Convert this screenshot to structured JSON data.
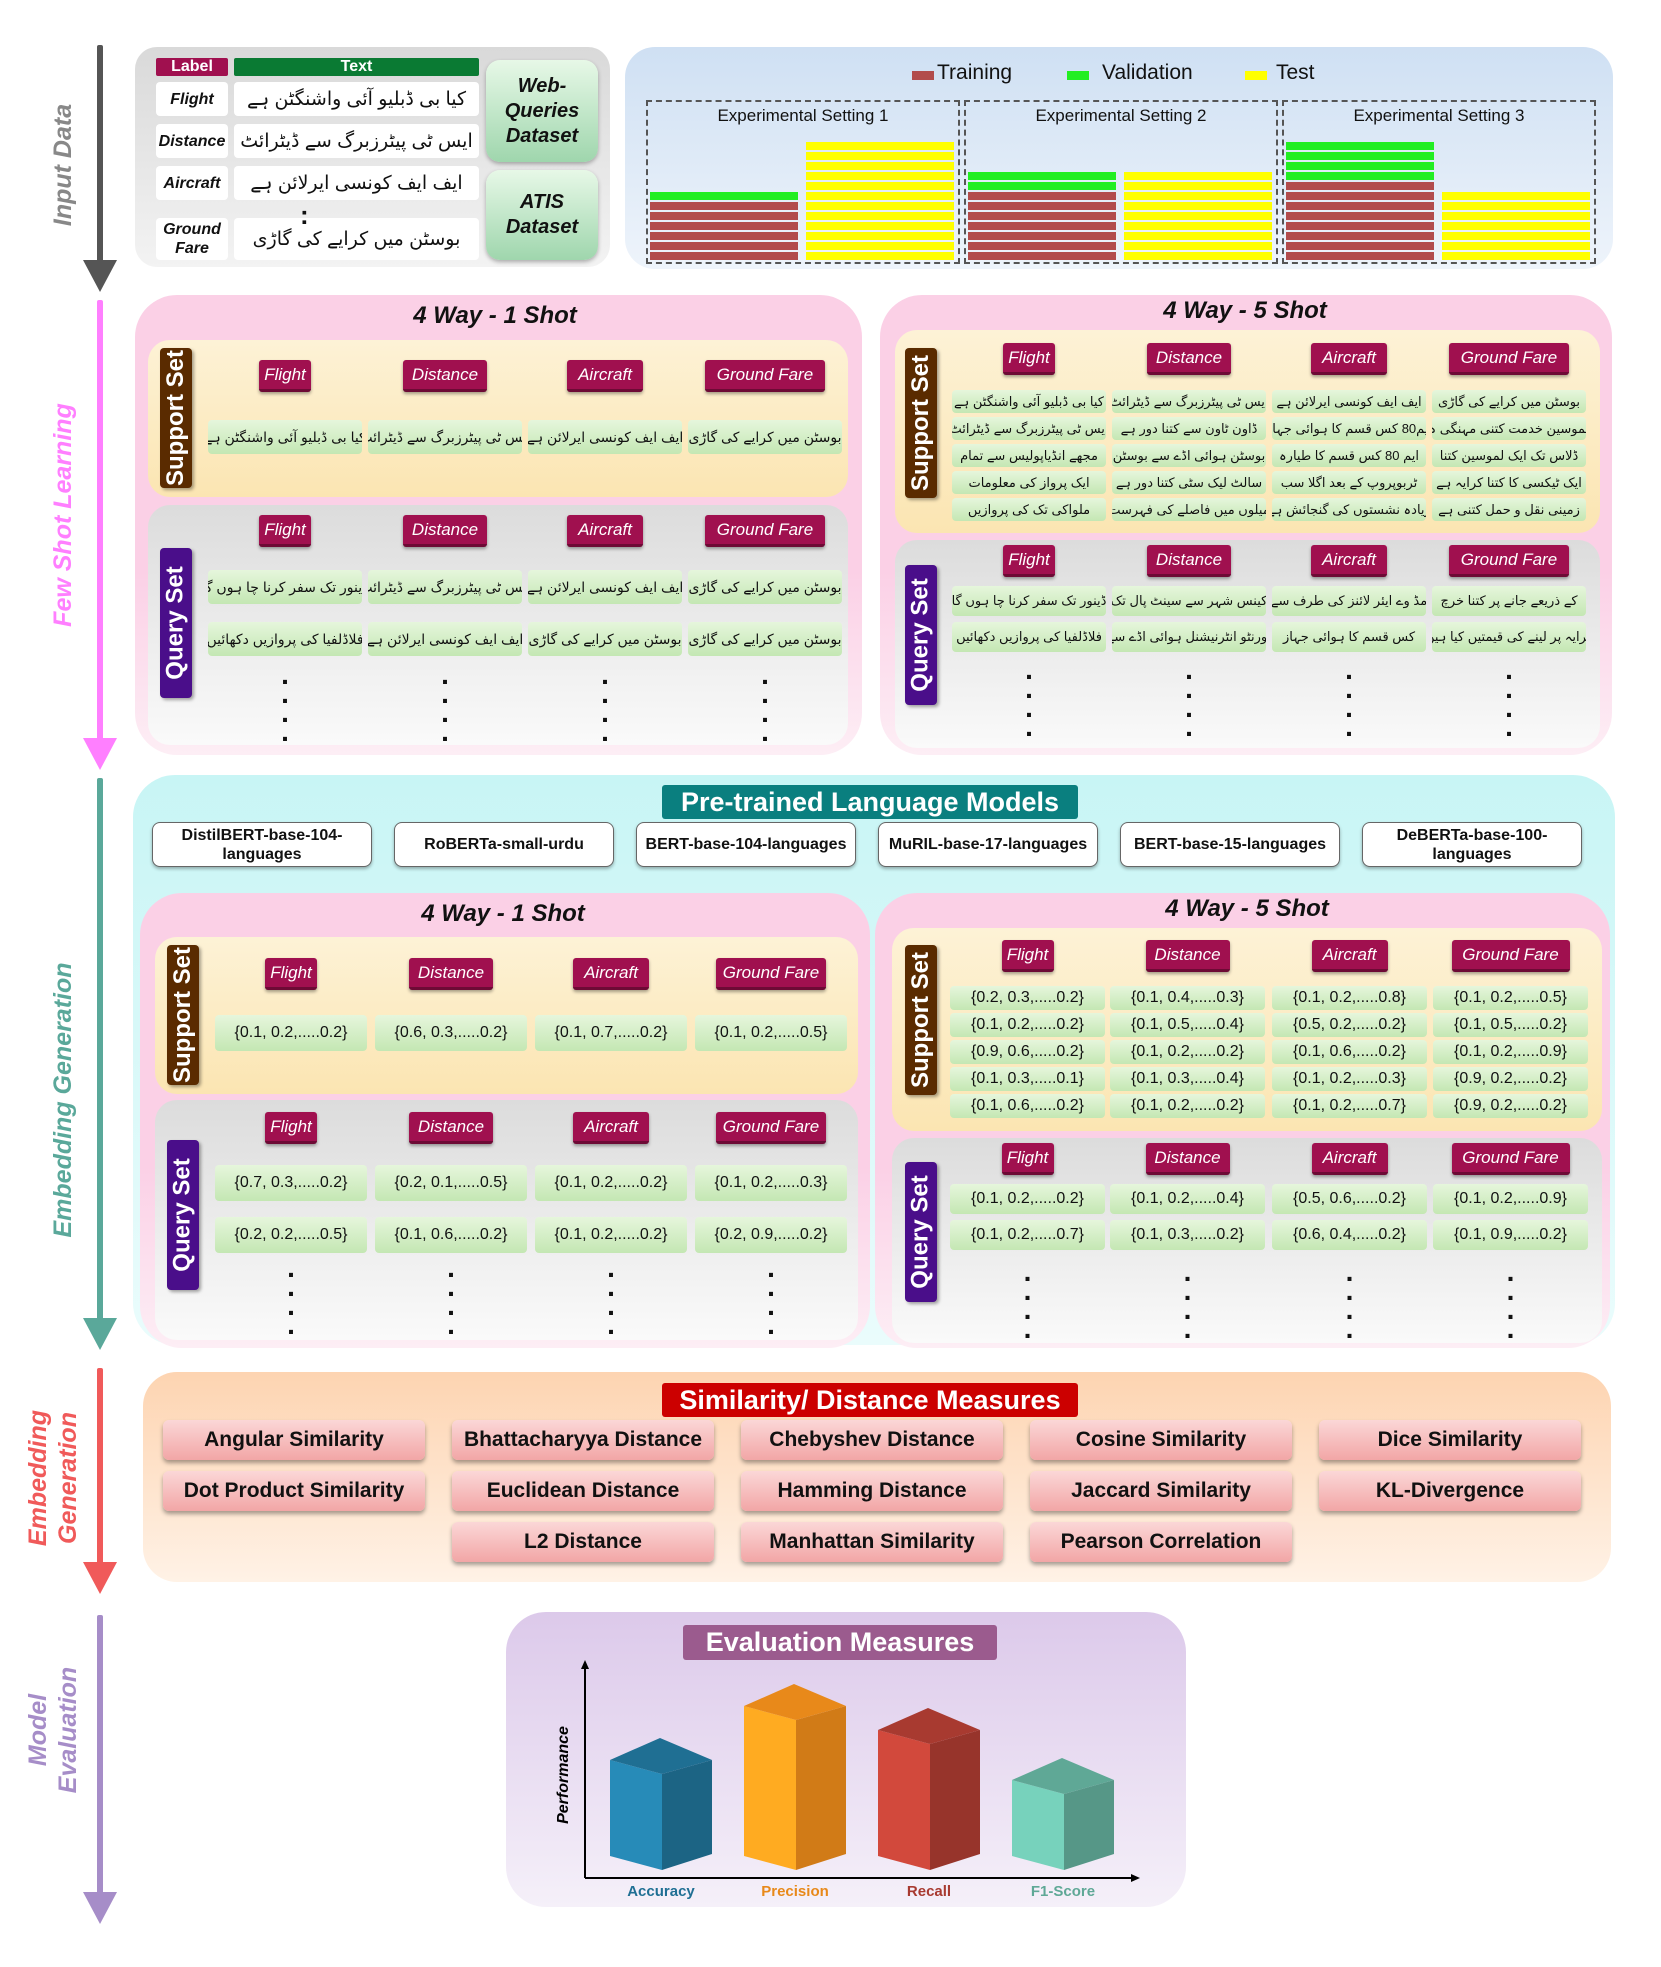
{
  "stages": {
    "input": "Input Data",
    "fewshot": "Few Shot Learning",
    "embedding": "Embedding Generation",
    "similarity": "Embedding Generation",
    "evaluation": "Model Evaluation"
  },
  "input": {
    "header_label": "Label",
    "header_text": "Text",
    "rows": [
      {
        "label": "Flight",
        "text": "کیا بی ڈبلیو آئی واشنگٹن ہے"
      },
      {
        "label": "Distance",
        "text": "ایس ٹی پیٹرزبرگ سے ڈیٹرائٹ"
      },
      {
        "label": "Aircraft",
        "text": "ایف ایف کونسی ایرلائن ہے"
      },
      {
        "label": "Ground Fare",
        "text": "بوسٹن میں کرایے کی گاڑی"
      }
    ],
    "ellipsis": ":",
    "datasets": [
      "Web-Queries Dataset",
      "ATIS Dataset"
    ]
  },
  "legend": {
    "training": "Training",
    "validation": "Validation",
    "test": "Test"
  },
  "colors": {
    "training": "#b24c4c",
    "validation": "#22ee22",
    "test": "#ffff00",
    "label": "#a0104f",
    "support": "#5a2b00",
    "query": "#4a0e8a"
  },
  "settings": [
    {
      "title": "Experimental Setting 1"
    },
    {
      "title": "Experimental Setting 2"
    },
    {
      "title": "Experimental Setting 3"
    }
  ],
  "categories": [
    "Flight",
    "Distance",
    "Aircraft",
    "Ground Fare"
  ],
  "support_label": "Support Set",
  "query_label": "Query Set",
  "fewshot": {
    "one_title": "4 Way - 1 Shot",
    "five_title": "4 Way - 5 Shot",
    "one_support": [
      "کیا بی ڈبلیو آئی واشنگٹن ہے",
      "ایس ٹی پیٹرزبرگ سے ڈیٹرائٹ",
      "ایف ایف کونسی ایرلائن ہے",
      "بوسٹن میں کرایے کی گاڑی"
    ],
    "one_query": [
      [
        "ڈینور تک سفر کرنا چا ہوں گا",
        "ایس ٹی پیٹرزبرگ سے ڈیٹرائٹ",
        "ایف ایف کونسی ایرلائن ہے",
        "بوسٹن میں کرایے کی گاڑی"
      ],
      [
        "فلاڈلفیا کی پروازیں دکھائیں",
        "ایف ایف کونسی ایرلائن ہے",
        "بوسٹن میں کرایے کی گاڑی",
        "بوسٹن میں کرایے کی گاڑی"
      ]
    ],
    "five_support": [
      [
        "کیا بی ڈبلیو آئی واشنگٹن ہے",
        "ایس ٹی پیٹرزبرگ سے ڈیٹرائٹ",
        "ایف ایف کونسی ایرلائن ہے",
        "بوسٹن میں کرایے کی گاڑی"
      ],
      [
        "ایس ٹی پیٹرزبرگ سے ڈیٹرائٹ",
        "ڈاون ٹاون سے کتنا دور ہے",
        "ایم80 کس قسم کا ہوائی جہاز",
        "لموسین خدمت کتنی مہنگی ہ"
      ],
      [
        "مجھے انڈیاپولیس سے تمام",
        "بوسٹن ہوائی اڈے سے بوسٹن",
        "ایم 80 کس قسم کا طیارہ",
        "ڈلاس تک ایک لموسین کتنا"
      ],
      [
        "ایک پرواز کی معلومات",
        "سالٹ لیک سٹی کتنا دور ہے",
        "ٹربوپروپ کے بعد اگلا سب",
        "ایک ٹیکسی کا کتنا کرایہ ہے"
      ],
      [
        "ملواکی تک کی پروازیں",
        "میلوں میں فاصلے کی فہرست",
        "زیادہ نشستوں کی گنجائش ہے",
        "زمینی نقل و حمل کتنی ہے"
      ]
    ],
    "five_query": [
      [
        "ڈینور تک سفر کرنا چا ہوں گا",
        "کینس شہر سے سینٹ پال تک",
        "مڈ وے ایئر لائنز کی طرف سے",
        "کے ذریعے جانے پر کتنا خرچ"
      ],
      [
        "فلاڈلفیا کی پروازیں دکھائیں",
        "ٹورنٹو انٹرنیشنل ہوائی اڈے سے",
        "کس قسم کا ہوائی جہاز",
        "کرایہ پر لینے کی قیمتیں کیا ہیں"
      ]
    ]
  },
  "plm": {
    "title": "Pre-trained Language Models",
    "models": [
      "DistilBERT-base-104-languages",
      "RoBERTa-small-urdu",
      "BERT-base-104-languages",
      "MuRIL-base-17-languages",
      "BERT-base-15-languages",
      "DeBERTa-base-100-languages"
    ]
  },
  "embed": {
    "one_title": "4 Way - 1 Shot",
    "five_title": "4 Way - 5 Shot",
    "one_support": [
      "{0.1, 0.2,.....0.2}",
      "{0.6, 0.3,.....0.2}",
      "{0.1, 0.7,.....0.2}",
      "{0.1, 0.2,.....0.5}"
    ],
    "one_query": [
      [
        "{0.7, 0.3,.....0.2}",
        "{0.2, 0.1,.....0.5}",
        "{0.1, 0.2,.....0.2}",
        "{0.1, 0.2,.....0.3}"
      ],
      [
        "{0.2, 0.2,.....0.5}",
        "{0.1, 0.6,.....0.2}",
        "{0.1, 0.2,.....0.2}",
        "{0.2, 0.9,.....0.2}"
      ]
    ],
    "five_support": [
      [
        "{0.2, 0.3,.....0.2}",
        "{0.1, 0.4,.....0.3}",
        "{0.1, 0.2,.....0.8}",
        "{0.1, 0.2,.....0.5}"
      ],
      [
        "{0.1, 0.2,.....0.2}",
        "{0.1, 0.5,.....0.4}",
        "{0.5, 0.2,.....0.2}",
        "{0.1, 0.5,.....0.2}"
      ],
      [
        "{0.9, 0.6,.....0.2}",
        "{0.1, 0.2,.....0.2}",
        "{0.1, 0.6,.....0.2}",
        "{0.1, 0.2,.....0.9}"
      ],
      [
        "{0.1, 0.3,.....0.1}",
        "{0.1, 0.3,.....0.4}",
        "{0.1, 0.2,.....0.3}",
        "{0.9, 0.2,.....0.2}"
      ],
      [
        "{0.1, 0.6,.....0.2}",
        "{0.1, 0.2,.....0.2}",
        "{0.1, 0.2,.....0.7}",
        "{0.9, 0.2,.....0.2}"
      ]
    ],
    "five_query": [
      [
        "{0.1, 0.2,.....0.2}",
        "{0.1, 0.2,.....0.4}",
        "{0.5, 0.6,.....0.2}",
        "{0.1, 0.2,.....0.9}"
      ],
      [
        "{0.1, 0.2,.....0.7}",
        "{0.1, 0.3,.....0.2}",
        "{0.6, 0.4,.....0.2}",
        "{0.1, 0.9,.....0.2}"
      ]
    ]
  },
  "similarity": {
    "title": "Similarity/ Distance Measures",
    "measures": [
      "Angular Similarity",
      "Bhattacharyya Distance",
      "Chebyshev Distance",
      "Cosine Similarity",
      "Dice Similarity",
      "Dot Product Similarity",
      "Euclidean Distance",
      "Hamming Distance",
      "Jaccard Similarity",
      "KL-Divergence",
      "L2 Distance",
      "Manhattan Similarity",
      "Pearson Correlation"
    ]
  },
  "evaluation": {
    "title": "Evaluation Measures",
    "ylabel": "Performance",
    "bars": [
      {
        "name": "Accuracy",
        "color": "#1f6f93",
        "level": 0.55
      },
      {
        "name": "Precision",
        "color": "#e8891a",
        "level": 0.82
      },
      {
        "name": "Recall",
        "color": "#a83a30",
        "level": 0.7
      },
      {
        "name": "F1-Score",
        "color": "#5fa896",
        "level": 0.45
      }
    ]
  }
}
